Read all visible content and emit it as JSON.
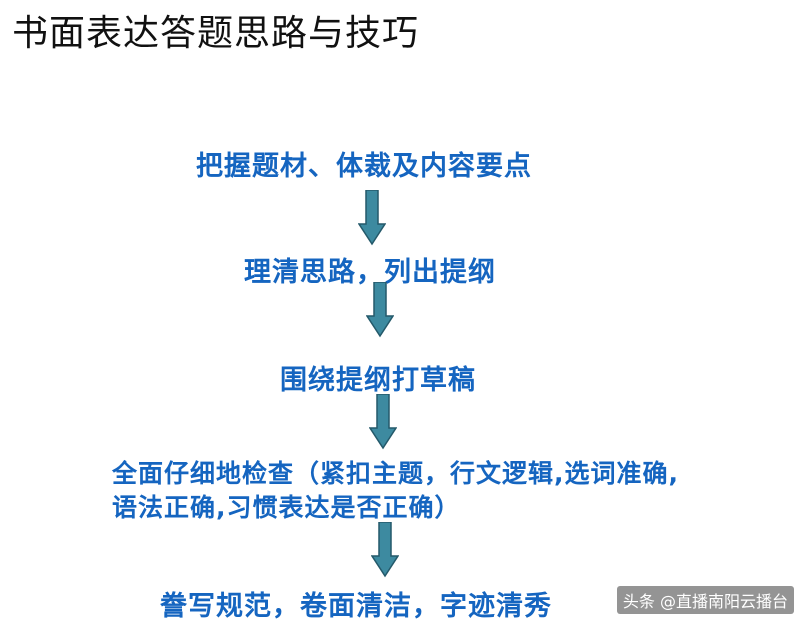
{
  "title": "书面表达答题思路与技巧",
  "steps": [
    "把握题材、体裁及内容要点",
    "理清思路，列出提纲",
    "围绕提纲打草稿",
    "全面仔细地检查（紧扣主题，行文逻辑,选词准确,",
    "语法正确,习惯表达是否正确）",
    "誊写规范，卷面清洁，字迹清秀"
  ],
  "watermark": "头条 @直播南阳云播台",
  "colors": {
    "text": "#1565c0",
    "arrow_fill": "#3d8aa0",
    "arrow_stroke": "#24596a"
  }
}
